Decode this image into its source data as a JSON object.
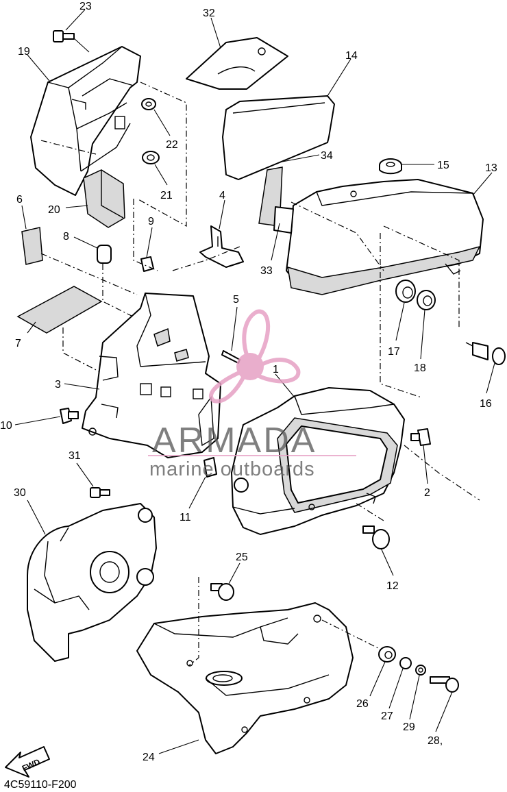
{
  "diagram_code": "4C59110-F200",
  "fwd_label": "FWD",
  "watermark": {
    "brand": "ARMADA",
    "tagline": "marine outboards",
    "accent_color": "#e6a0c4"
  },
  "callouts": [
    "1",
    "2",
    "3",
    "4",
    "5",
    "6",
    "7",
    "8",
    "9",
    "10",
    "11",
    "12",
    "13",
    "14",
    "15",
    "16",
    "17",
    "18",
    "19",
    "20",
    "21",
    "22",
    "23",
    "24",
    "25",
    "26",
    "27",
    "28,",
    "29",
    "30",
    "31",
    "32",
    "33",
    "34"
  ]
}
